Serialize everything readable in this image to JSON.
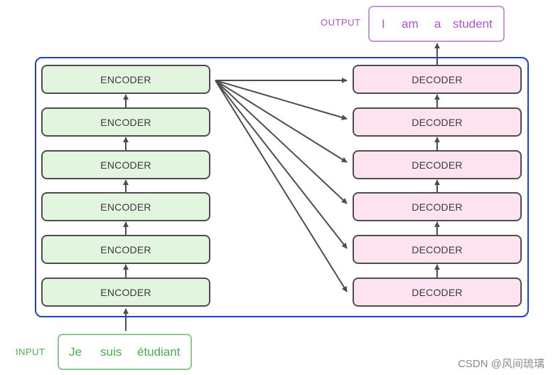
{
  "input": {
    "label": "INPUT",
    "tokens": [
      "Je",
      "suis",
      "étudiant"
    ]
  },
  "output": {
    "label": "OUTPUT",
    "tokens": [
      "I",
      "am",
      "a",
      "student"
    ]
  },
  "encoder": {
    "layer_label": "ENCODER",
    "layers": 6
  },
  "decoder": {
    "layer_label": "DECODER",
    "layers": 6
  },
  "watermark": "CSDN @风间琉璃",
  "colors": {
    "encoder_fill": "#e1f5df",
    "decoder_fill": "#fde3ef",
    "frame": "#1d3fd6",
    "arrow": "#4d4d4d",
    "input_text": "#4caf50",
    "output_text": "#b44fd0"
  }
}
